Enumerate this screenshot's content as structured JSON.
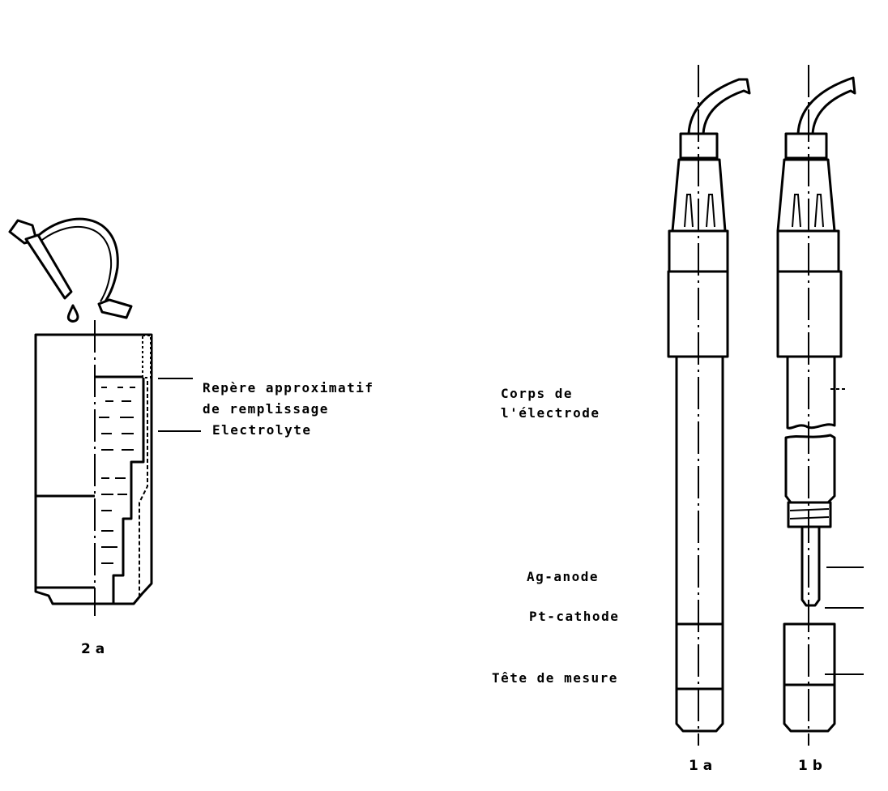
{
  "figure_2a": {
    "caption": "2 a",
    "labels": {
      "fill_mark": [
        "Repère approximatif",
        "de remplissage"
      ],
      "electrolyte": "Electrolyte"
    }
  },
  "figure_1": {
    "captions": [
      "1 a",
      "1 b"
    ],
    "labels": {
      "body": [
        "Corps de",
        "l'électrode"
      ],
      "anode": "Ag-anode",
      "cathode": "Pt-cathode",
      "head": "Tête de mesure"
    }
  }
}
